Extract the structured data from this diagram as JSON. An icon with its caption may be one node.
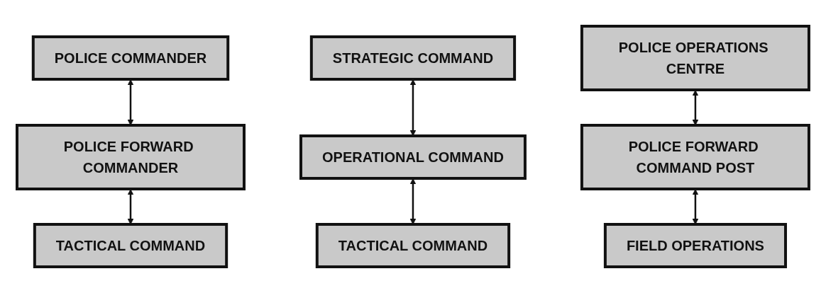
{
  "diagram": {
    "nodes": [
      {
        "text": [
          "POLICE COMMANDER"
        ]
      },
      {
        "text": [
          "STRATEGIC COMMAND"
        ]
      },
      {
        "text": [
          "POLICE OPERATIONS CENTRE"
        ]
      },
      {
        "text": [
          "POLICE FORWARD COMMANDER"
        ]
      },
      {
        "text": [
          "OPERATIONAL COMMAND"
        ]
      },
      {
        "text": [
          "POLICE FORWARD COMMAND POST"
        ]
      },
      {
        "text": [
          "TACTICAL COMMAND"
        ]
      },
      {
        "text": [
          "TACTICAL COMMAND"
        ]
      },
      {
        "text": [
          "FIELD OPERATIONS"
        ]
      }
    ],
    "edges": [
      {
        "from": 0,
        "to": 3,
        "arrow": "both"
      },
      {
        "from": 3,
        "to": 6,
        "arrow": "both"
      },
      {
        "from": 1,
        "to": 4,
        "arrow": "both"
      },
      {
        "from": 4,
        "to": 7,
        "arrow": "both"
      },
      {
        "from": 2,
        "to": 5,
        "arrow": "both"
      },
      {
        "from": 5,
        "to": 8,
        "arrow": "both"
      }
    ]
  }
}
